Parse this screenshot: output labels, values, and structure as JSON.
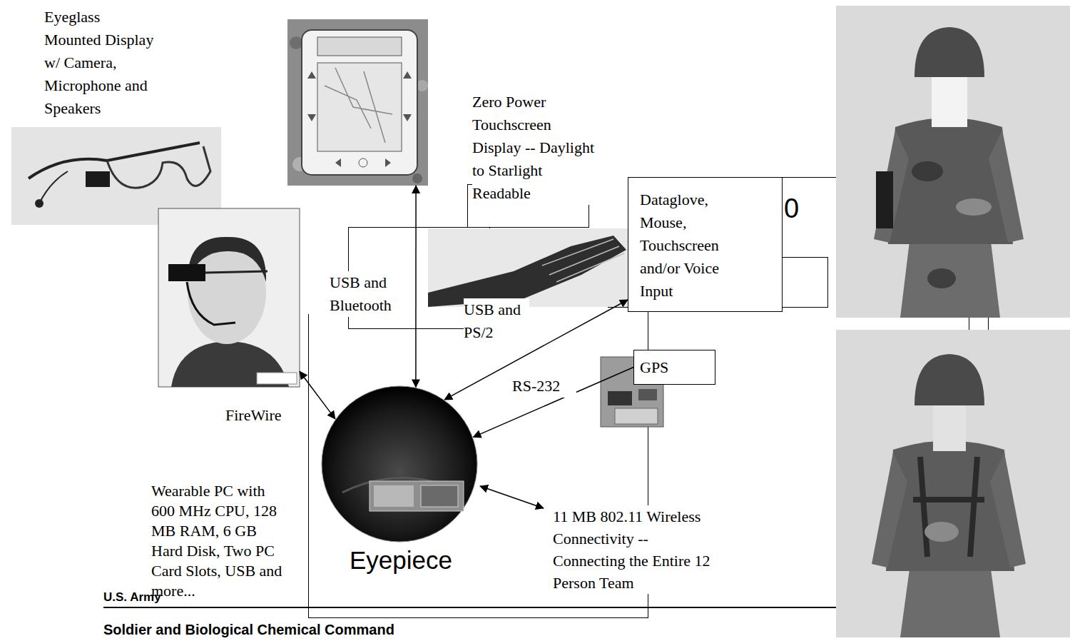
{
  "diagram": {
    "nodes": [
      {
        "text": [
          "Eyeglass Mounted Display w/ Camera, Microphone and Speakers"
        ]
      },
      {
        "text": [
          "Zero Power Touchscreen Display -- Daylight to Starlight Readable"
        ]
      },
      {
        "text": [
          "Dataglove, Mouse, Touchscreen and/or Voice Input"
        ]
      },
      {
        "text": [
          "GPS"
        ]
      },
      {
        "text": [
          "Wearable PC with 600 MHz CPU, 128 MB RAM, 6 GB Hard Disk, Two PC Card Slots, USB and more..."
        ]
      }
    ],
    "edges": [
      {
        "from": 4,
        "to": 1,
        "label": "USB and Bluetooth",
        "arrow": "both"
      },
      {
        "from": 4,
        "to": 2,
        "label": "USB and PS/2",
        "arrow": "both"
      },
      {
        "from": 3,
        "to": 4,
        "label": "RS-232",
        "arrow": "to"
      },
      {
        "from": 4,
        "to": 0,
        "label": "FireWire",
        "arrow": "both"
      }
    ],
    "labels": [
      "Eyepiece",
      "11 MB 802.11 Wireless Connectivity -- Connecting the Entire 12 Person Team",
      "0",
      "U.S. Army",
      "Soldier and Biological Chemical Command"
    ]
  }
}
